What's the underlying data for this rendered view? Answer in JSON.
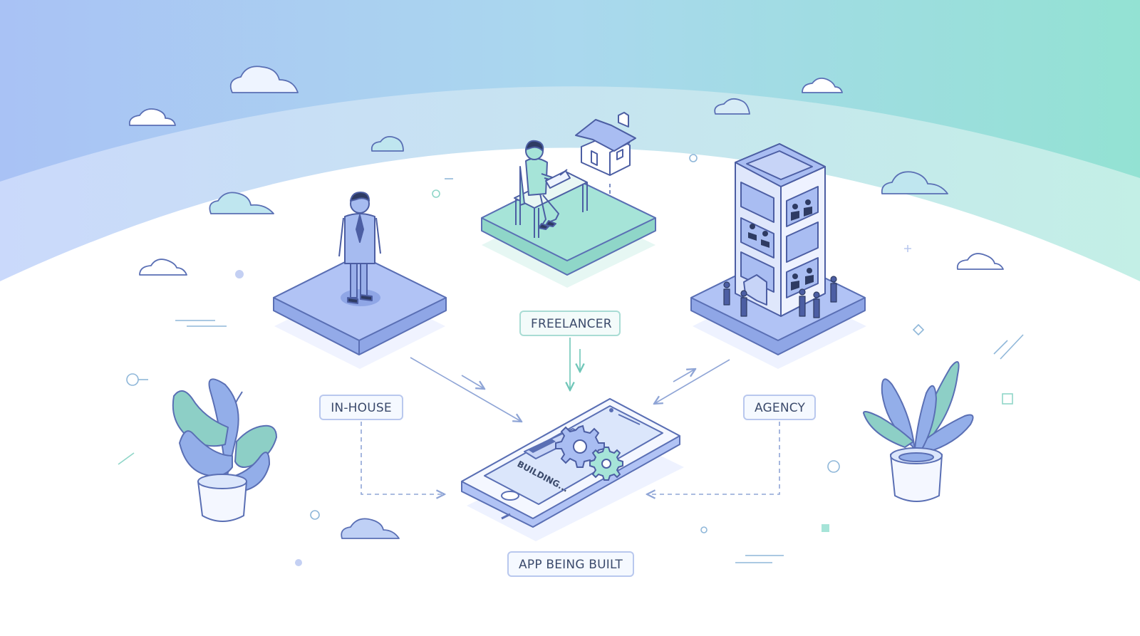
{
  "labels": {
    "freelancer": "FREELANCER",
    "in_house": "IN-HOUSE",
    "agency": "AGENCY",
    "app_being_built": "APP BEING BUILT"
  },
  "phone": {
    "screen_text": "BUILDING..."
  },
  "colors": {
    "outline": "#5a6fb4",
    "blue_fill": "#a9bdf2",
    "teal_fill": "#a6e4d8",
    "sky_left": "#a9c2f5",
    "sky_right": "#93e2d3",
    "plant_teal": "#8dcfc6",
    "plant_blue": "#93aee9"
  },
  "icons": [
    "cloud-icon",
    "gear-icon",
    "person-icon",
    "house-icon",
    "office-building-icon",
    "plant-icon",
    "smartphone-icon",
    "arrow-icon"
  ]
}
